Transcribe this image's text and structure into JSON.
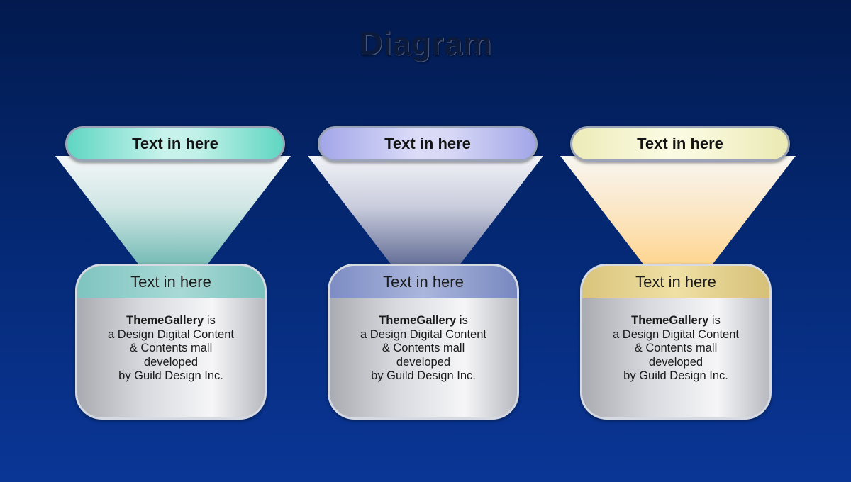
{
  "title": "Diagram",
  "columns": [
    {
      "top_label": "Text in here",
      "card_title": "Text in here",
      "card_brand": "ThemeGallery",
      "card_line1_suffix": " is",
      "card_line2": "a Design Digital Content",
      "card_line3": "& Contents mall",
      "card_line4": "developed",
      "card_line5": "by Guild Design Inc.",
      "accent": "#5fd6c2"
    },
    {
      "top_label": "Text in here",
      "card_title": "Text in here",
      "card_brand": "ThemeGallery",
      "card_line1_suffix": " is",
      "card_line2": "a Design Digital Content",
      "card_line3": "& Contents mall",
      "card_line4": "developed",
      "card_line5": "by Guild Design Inc.",
      "accent": "#a2a6e8"
    },
    {
      "top_label": "Text in here",
      "card_title": "Text in here",
      "card_brand": "ThemeGallery",
      "card_line1_suffix": " is",
      "card_line2": "a Design Digital Content",
      "card_line3": "& Contents mall",
      "card_line4": "developed",
      "card_line5": "by Guild Design Inc.",
      "accent": "#ecebb8"
    }
  ]
}
